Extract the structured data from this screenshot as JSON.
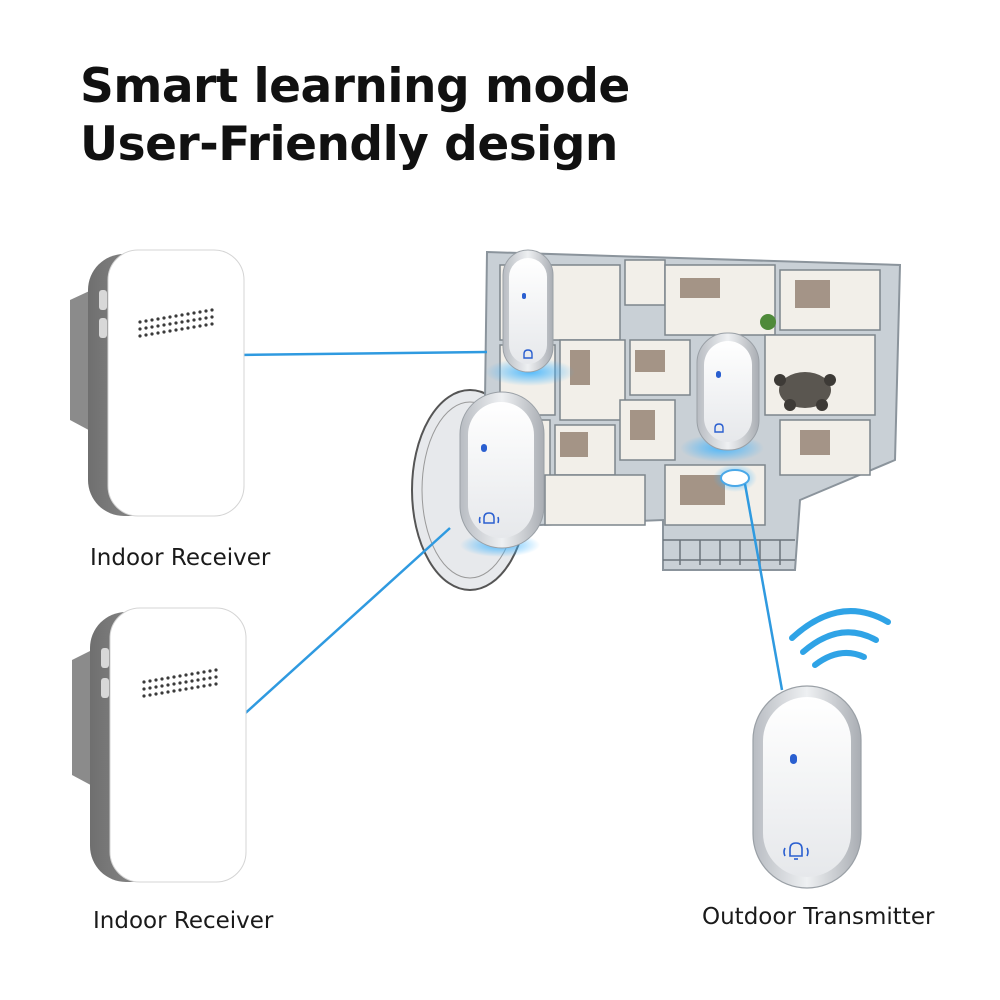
{
  "headline": {
    "line1": "Smart learning mode",
    "line2": "User-Friendly design"
  },
  "labels": {
    "receiver_top": "Indoor Receiver",
    "receiver_bottom": "Indoor Receiver",
    "transmitter": "Outdoor Transmitter"
  },
  "colors": {
    "link_line": "#2f9ae0",
    "signal_waves": "#2fa3e6",
    "led": "#2a5fd0",
    "receiver_body": "#ffffff",
    "receiver_side": "#9a9a9a",
    "transmitter_shell": "#c9ccd0"
  },
  "icons": [
    "bell-icon",
    "wifi-signal-icon",
    "led-indicator-icon"
  ]
}
